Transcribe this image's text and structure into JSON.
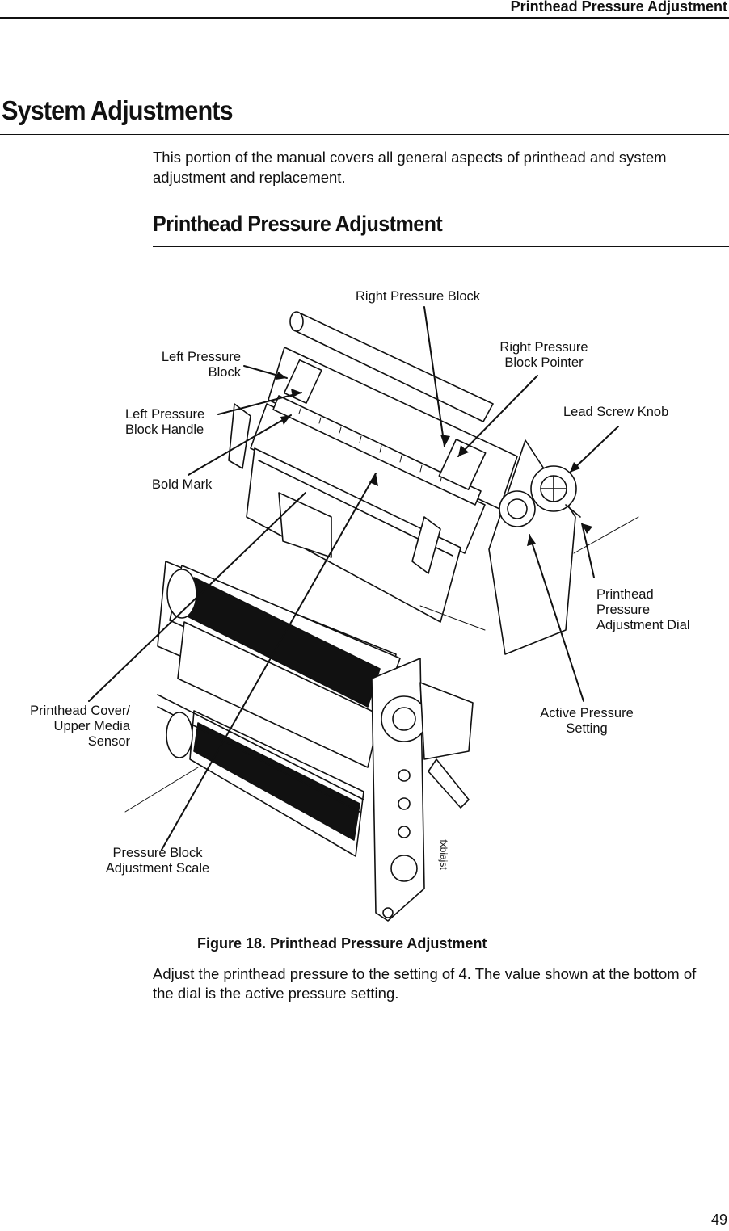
{
  "header": {
    "running_title": "Printhead Pressure Adjustment"
  },
  "section": {
    "title": "System Adjustments",
    "intro": "This portion of the manual covers all general aspects of printhead and system adjustment and replacement."
  },
  "subsection": {
    "title": "Printhead Pressure Adjustment"
  },
  "figure": {
    "callouts": {
      "right_pressure_block": "Right Pressure Block",
      "left_pressure_block": "Left Pressure\nBlock",
      "right_pressure_block_pointer": "Right Pressure\nBlock Pointer",
      "left_pressure_block_handle": "Left Pressure\nBlock Handle",
      "lead_screw_knob": "Lead Screw Knob",
      "bold_mark": "Bold Mark",
      "printhead_pressure_adjustment_dial": "Printhead\nPressure\nAdjustment Dial",
      "printhead_cover": "Printhead Cover/\nUpper Media\nSensor",
      "active_pressure_setting": "Active Pressure\nSetting",
      "pressure_block_adjustment_scale": "Pressure Block\nAdjustment Scale"
    },
    "drawing_stamp": "fxbiajst",
    "caption": "Figure 18. Printhead Pressure Adjustment"
  },
  "body": {
    "paragraph": "Adjust the printhead pressure to the setting of 4. The value shown at the bottom of the dial is the active pressure setting."
  },
  "footer": {
    "page_number": "49"
  }
}
